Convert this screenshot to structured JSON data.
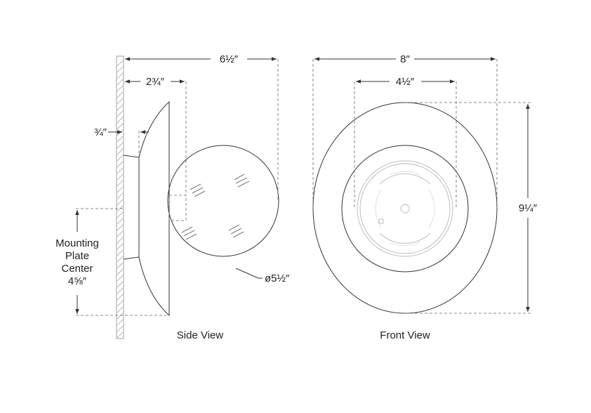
{
  "side_view": {
    "caption": "Side View",
    "dims": {
      "overall_depth": "6½″",
      "canopy_depth": "2¾″",
      "plate_depth": "¾″",
      "globe_diameter": "ø5½″"
    },
    "mounting_label": [
      "Mounting",
      "Plate",
      "Center",
      "4⅝″"
    ]
  },
  "front_view": {
    "caption": "Front View",
    "dims": {
      "overall_width": "8″",
      "plate_width": "4½″",
      "overall_height": "9¼″"
    }
  },
  "colors": {
    "line": "#333333",
    "text": "#222222",
    "background": "#ffffff"
  }
}
